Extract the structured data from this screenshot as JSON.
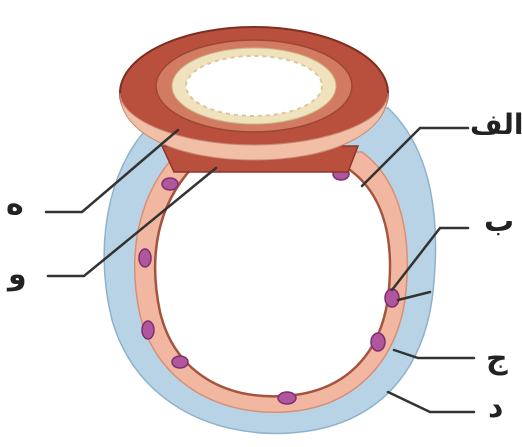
{
  "labels": {
    "alef": "الف",
    "be": "ب",
    "jim": "ج",
    "dal": "د",
    "he": "ه",
    "vav": "و"
  },
  "colors": {
    "adventitia": "#b8d3e6",
    "media": "#f1b7a0",
    "intima": "#e79a82",
    "muscle": "#b9503d",
    "nuclei": "#b0569c",
    "leader": "#333333"
  }
}
